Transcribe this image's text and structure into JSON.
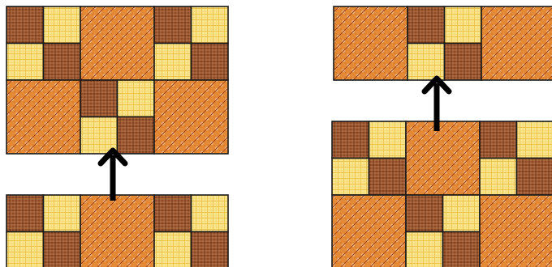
{
  "figure": {
    "patterns": {
      "dark": "dark-brown-plaid",
      "light": "yellow-check",
      "large": "orange-brown-lattice"
    },
    "colors": {
      "dark_base": "#8e4a26",
      "dark_line": "#c98a5c",
      "light_base": "#fbe58c",
      "light_line": "#e8bf45",
      "large_base": "#e48a34",
      "large_dot": "#f6c08a",
      "large_line": "#a2431a",
      "border": "#1a1a1a",
      "arrow": "#000000"
    },
    "arrows": [
      {
        "name": "arrow-up-left",
        "direction": "up"
      },
      {
        "name": "arrow-up-right",
        "direction": "up"
      }
    ]
  }
}
